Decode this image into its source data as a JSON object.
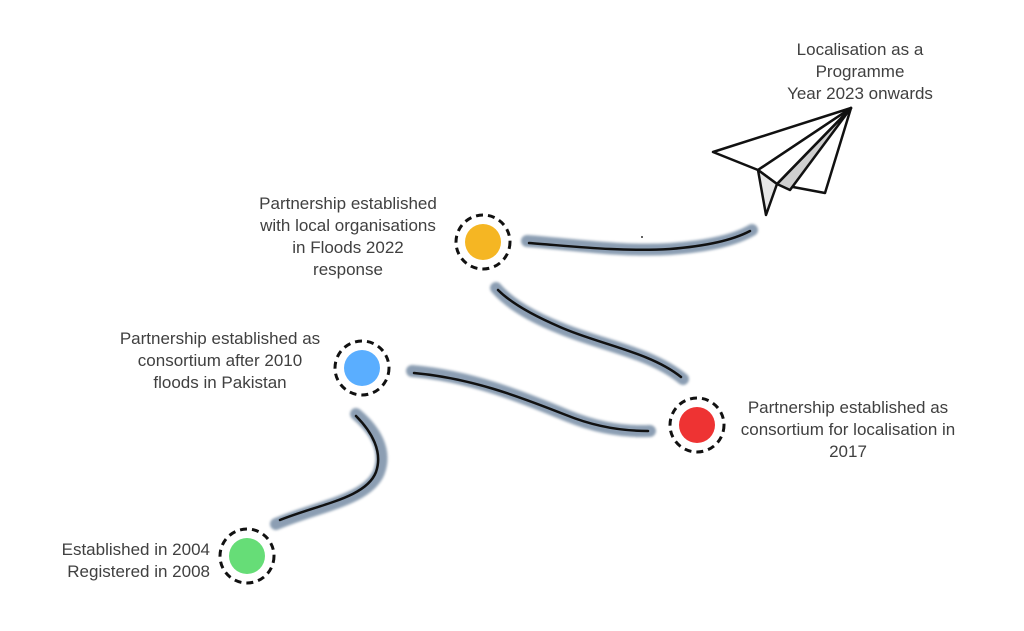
{
  "milestones": [
    {
      "id": "m2004",
      "text": "Established in 2004\nRegistered in 2008",
      "color": "#66dd77"
    },
    {
      "id": "m2010",
      "text": "Partnership established as\nconsortium after 2010\nfloods in Pakistan",
      "color": "#5aaeff"
    },
    {
      "id": "m2017",
      "text": "Partnership established as\nconsortium for localisation in\n2017",
      "color": "#ee3333"
    },
    {
      "id": "m2022",
      "text": "Partnership established\nwith local organisations\nin Floods 2022\nresponse",
      "color": "#f5b623"
    }
  ],
  "goal": {
    "text": "Localisation as a\nProgramme\nYear 2023 onwards",
    "icon": "paper-plane-icon"
  },
  "colors": {
    "path_shadow": "#8094ab",
    "path_line": "#111111",
    "text": "#404040"
  }
}
